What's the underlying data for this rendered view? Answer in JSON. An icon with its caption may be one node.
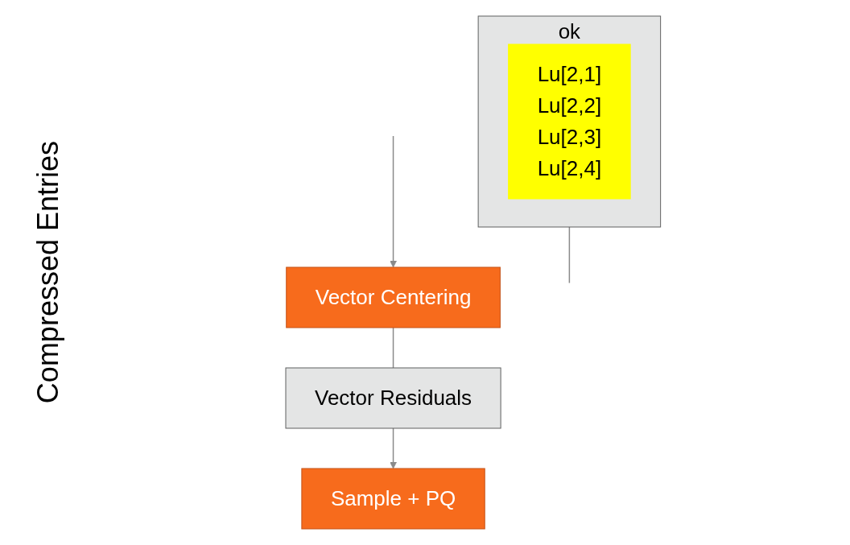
{
  "diagram": {
    "nodes": [
      {
        "text": [
          "Vector Centering"
        ]
      },
      {
        "text": [
          "Vector Residuals"
        ]
      },
      {
        "text": [
          "Sample + PQ"
        ]
      },
      {
        "text": [
          "ok"
        ]
      },
      {
        "text": [
          "Lu[2,1]",
          "Lu[2,2]",
          "Lu[2,3]",
          "Lu[2,4]"
        ],
        "in": 3
      }
    ],
    "edges": [
      {
        "from": null,
        "to": 0,
        "arrow": "to"
      },
      {
        "from": 0,
        "to": 1,
        "arrow": "none"
      },
      {
        "from": 1,
        "to": 2,
        "arrow": "to"
      },
      {
        "from": 3,
        "to": null,
        "arrow": "none"
      }
    ],
    "labels": [
      "Compressed Entries"
    ]
  }
}
